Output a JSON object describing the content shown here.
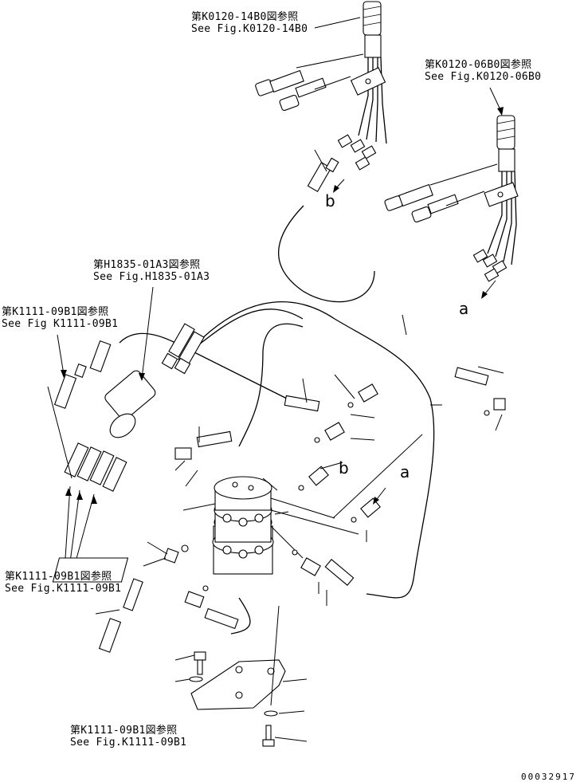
{
  "labels": {
    "ref_k0120_14b0": {
      "jp": "第K0120-14B0図参照",
      "en": "See Fig.K0120-14B0"
    },
    "ref_k0120_06b0": {
      "jp": "第K0120-06B0図参照",
      "en": "See Fig.K0120-06B0"
    },
    "ref_h1835": {
      "jp": "第H1835-01A3図参照",
      "en": "See Fig.H1835-01A3"
    },
    "ref_k1111_top": {
      "jp": "第K1111-09B1図参照",
      "en": "See Fig K1111-09B1"
    },
    "ref_k1111_mid": {
      "jp": "第K1111-09B1図参照",
      "en": "See Fig.K1111-09B1"
    },
    "ref_k1111_bottom": {
      "jp": "第K1111-09B1図参照",
      "en": "See Fig.K1111-09B1"
    }
  },
  "connection_letters": {
    "a_upper": "a",
    "b_upper": "b",
    "a_lower": "a",
    "b_lower": "b"
  },
  "drawing_number": "00032917"
}
